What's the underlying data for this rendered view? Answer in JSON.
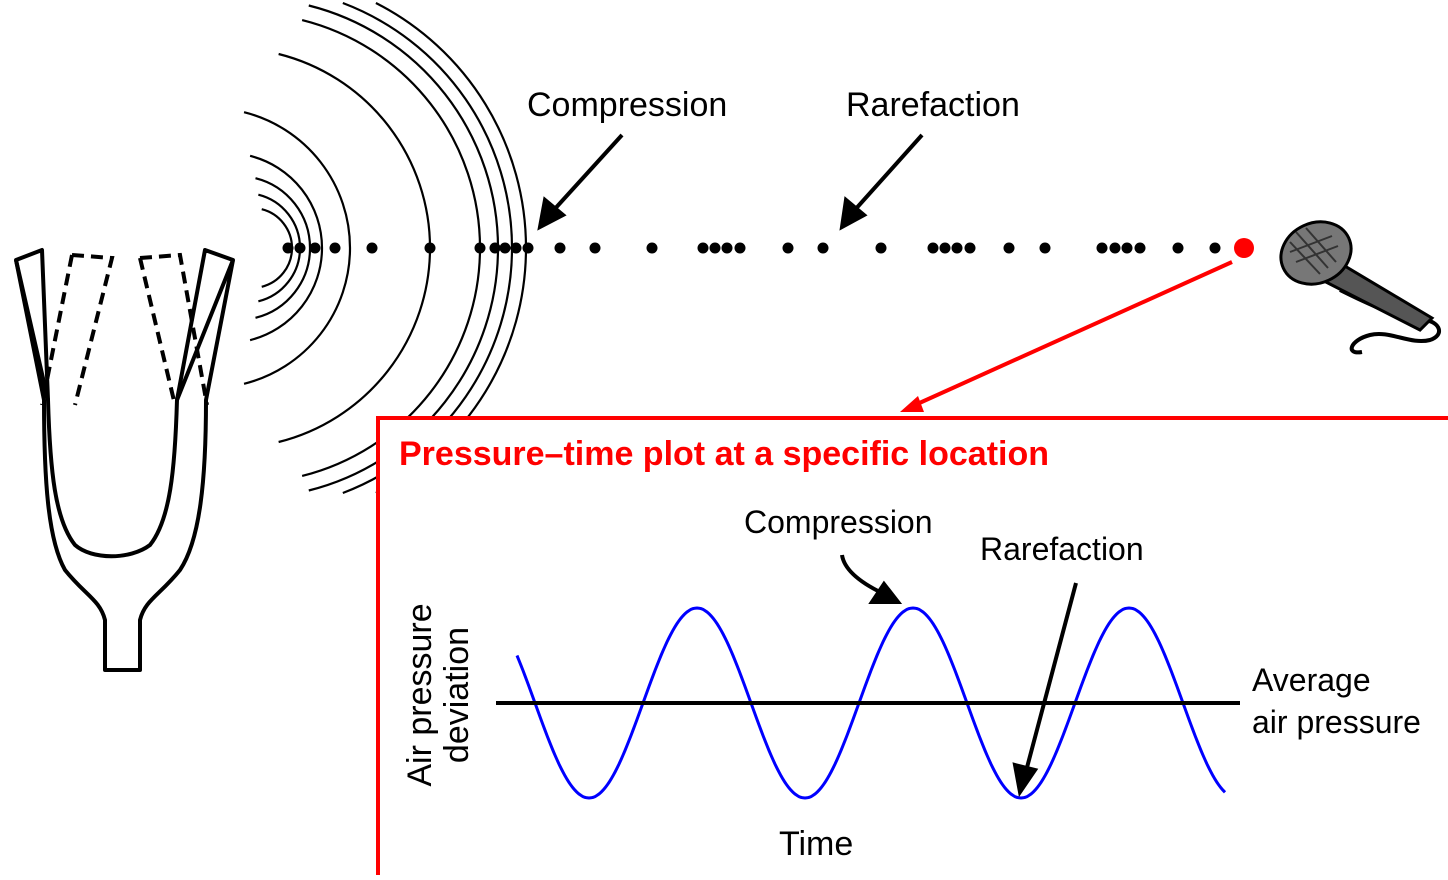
{
  "top": {
    "compression_label": "Compression",
    "rarefaction_label": "Rarefaction"
  },
  "panel": {
    "title": "Pressure–time plot at a specific location",
    "compression_label": "Compression",
    "rarefaction_label": "Rarefaction",
    "y_axis_line1": "Air pressure",
    "y_axis_line2": "deviation",
    "x_axis_label": "Time",
    "average_line1": "Average",
    "average_line2": "air pressure"
  },
  "colors": {
    "wave": "#0000ff",
    "accent": "#ff0000",
    "ink": "#000000"
  },
  "icons": {
    "source": "tuning-fork-icon",
    "receiver": "microphone-icon"
  }
}
